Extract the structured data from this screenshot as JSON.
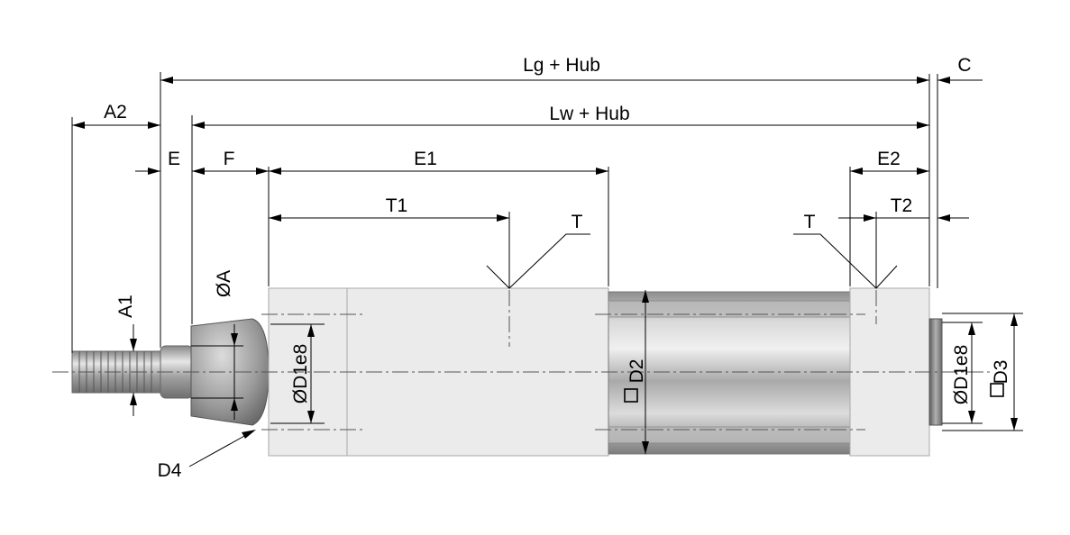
{
  "labels": {
    "lg_hub": "Lg + Hub",
    "c": "C",
    "a2": "A2",
    "lw_hub": "Lw + Hub",
    "e": "E",
    "f": "F",
    "e1": "E1",
    "e2": "E2",
    "t1": "T1",
    "t_left": "T",
    "t_right": "T",
    "t2": "T2",
    "a1": "A1",
    "phi_a": "ØA",
    "phi_d1e8_left": "ØD1e8",
    "d2": "D2",
    "phi_d1e8_right": "ØD1e8",
    "d3": "D3",
    "d4": "D4"
  }
}
